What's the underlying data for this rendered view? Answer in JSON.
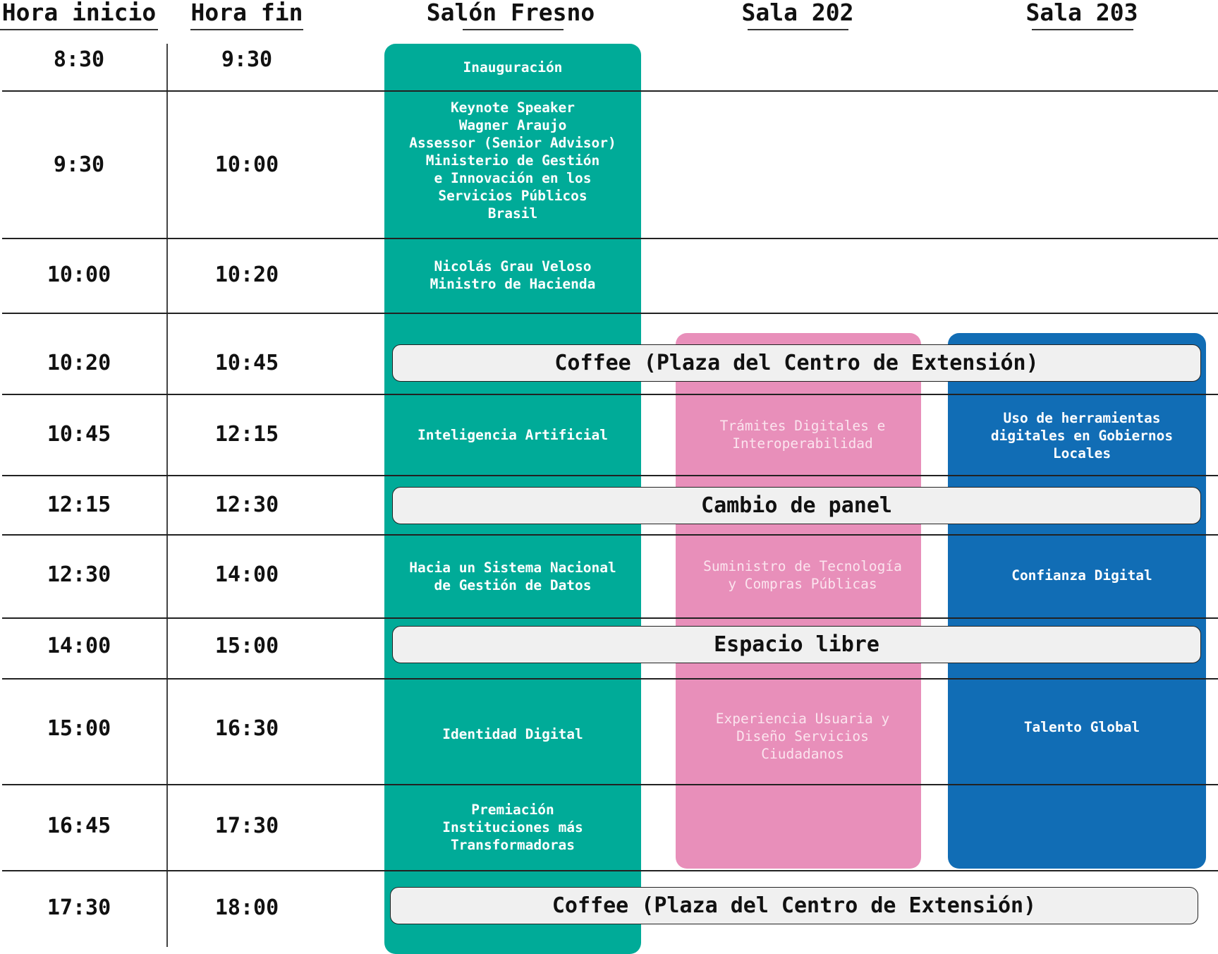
{
  "headers": {
    "start": "Hora inicio",
    "end": "Hora fin",
    "rooms": [
      "Salón Fresno",
      "Sala 202",
      "Sala 203"
    ]
  },
  "colors": {
    "salon_fresno": "#00ab98",
    "sala_202": "#e88fba",
    "sala_203": "#116db5",
    "bar": "#f0f0f0"
  },
  "rows": [
    {
      "start": "8:30",
      "end": "9:30"
    },
    {
      "start": "9:30",
      "end": "10:00"
    },
    {
      "start": "10:00",
      "end": "10:20"
    },
    {
      "start": "10:20",
      "end": "10:45"
    },
    {
      "start": "10:45",
      "end": "12:15"
    },
    {
      "start": "12:15",
      "end": "12:30"
    },
    {
      "start": "12:30",
      "end": "14:00"
    },
    {
      "start": "14:00",
      "end": "15:00"
    },
    {
      "start": "15:00",
      "end": "16:30"
    },
    {
      "start": "16:45",
      "end": "17:30"
    },
    {
      "start": "17:30",
      "end": "18:00"
    }
  ],
  "sessions": {
    "salon_fresno": [
      "Inauguración",
      "Keynote Speaker\nWagner Araujo\nAssessor (Senior Advisor)\nMinisterio de Gestión\ne Innovación en los\nServicios Públicos\nBrasil",
      "Nicolás Grau Veloso\nMinistro de Hacienda",
      "Inteligencia Artificial",
      "Hacia un Sistema Nacional\nde Gestión de Datos",
      "Identidad Digital",
      "Premiación\nInstituciones más\nTransformadoras"
    ],
    "sala_202": [
      "Trámites Digitales e\nInteroperabilidad",
      "Suministro de Tecnología\ny Compras Públicas",
      "Experiencia Usuaria y\nDiseño Servicios\nCiudadanos"
    ],
    "sala_203": [
      "Uso de herramientas\ndigitales en Gobiernos\nLocales",
      "Confianza Digital",
      "Talento Global"
    ]
  },
  "breaks": [
    "Coffee (Plaza del Centro de Extensión)",
    "Cambio de panel",
    "Espacio libre",
    "Coffee (Plaza del Centro de Extensión)"
  ]
}
